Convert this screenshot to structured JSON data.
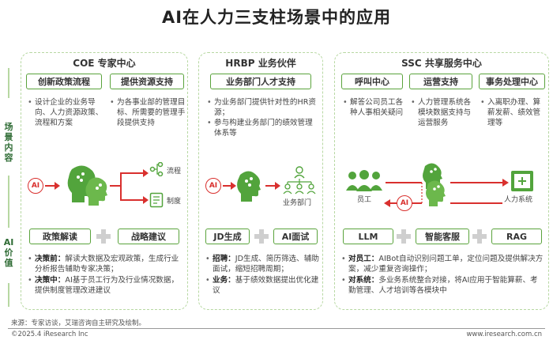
{
  "title": "AI在人力三支柱场景中的应用",
  "side": {
    "scene": "场景内容",
    "value": "AI价值"
  },
  "coe": {
    "title": "COE 专家中心",
    "tag1": "创新政策流程",
    "tag2": "提供资源支持",
    "bullets1": [
      "设计企业的业务导向、人力资源政策、流程和方案"
    ],
    "bullets2": [
      "为各事业部的管理目标、所需要的管理手段提供支持"
    ],
    "ai": "AI",
    "out1": "流程",
    "out2": "制度",
    "val1": "政策解读",
    "val2": "战略建议",
    "details": [
      {
        "head": "决策前：",
        "text": "解读大数据及宏观政策，生成行业分析报告辅助专家决策；"
      },
      {
        "head": "决策中：",
        "text": "AI基于员工行为及行业情况数据，提供制度管理改进建议"
      }
    ]
  },
  "hrbp": {
    "title": "HRBP 业务伙伴",
    "tag": "业务部门人才支持",
    "bullets": [
      "为业务部门提供针对性的HR资源；",
      "参与构建业务部门的绩效管理体系等"
    ],
    "ai": "AI",
    "dept": "业务部门",
    "val1": "JD生成",
    "val2": "AI面试",
    "details": [
      {
        "head": "招聘：",
        "text": "JD生成、简历筛选、辅助面试，缩短招聘周期；"
      },
      {
        "head": "业务：",
        "text": "基于绩效数据提出优化建议"
      }
    ]
  },
  "ssc": {
    "title": "SSC 共享服务中心",
    "tag1": "呼叫中心",
    "tag2": "运营支持",
    "tag3": "事务处理中心",
    "bullets1": [
      "解答公司员工各种人事相关疑问"
    ],
    "bullets2": [
      "人力管理系统各模块数据支持与运营服务"
    ],
    "bullets3": [
      "入离职办理、算薪发薪、绩效管理等"
    ],
    "ai": "AI",
    "staff": "员工",
    "system": "人力系统",
    "val1": "LLM",
    "val2": "智能客服",
    "val3": "RAG",
    "details": [
      {
        "head": "对员工：",
        "text": "AIBot自动识别问题工单，定位问题及提供解决方案，减少重复咨询操作；"
      },
      {
        "head": "对系统：",
        "text": "多业务系统整合对接，将AI应用于智能算薪、考勤管理、人才培训等各模块中"
      }
    ]
  },
  "footer": {
    "source": "来源：专家访谈，艾瑞咨询自主研究及绘制。",
    "copyright": "©2025.4 iResearch Inc",
    "url": "www.iresearch.com.cn"
  },
  "colors": {
    "green": "#5aa33c",
    "red": "#d9302e",
    "dashed": "#b7d8a2"
  }
}
